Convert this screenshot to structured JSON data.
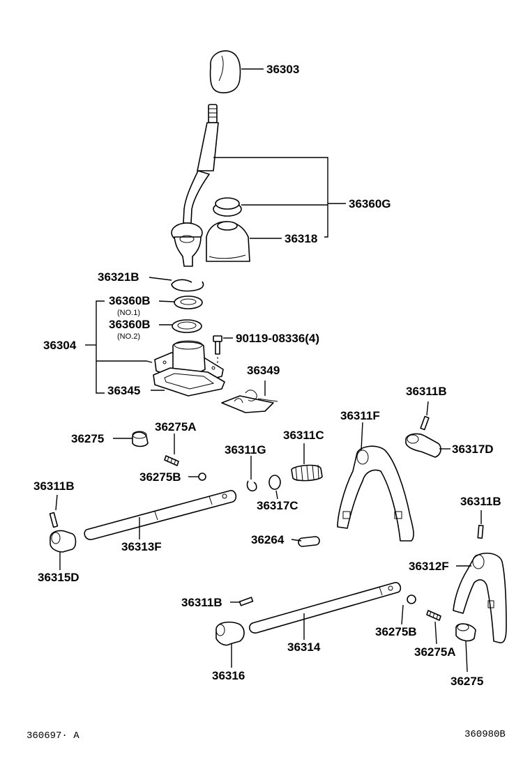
{
  "labels": {
    "p36303": "36303",
    "p36360G": "36360G",
    "p36318": "36318",
    "p36321B": "36321B",
    "p36360B_1": "36360B",
    "no1": "(NO.1)",
    "p36360B_2": "36360B",
    "no2": "(NO.2)",
    "p36304": "36304",
    "bolt": "90119-08336(4)",
    "p36345": "36345",
    "p36349": "36349",
    "p36311B_a": "36311B",
    "p36311F": "36311F",
    "p36317D": "36317D",
    "p36275_a": "36275",
    "p36275A_a": "36275A",
    "p36311G": "36311G",
    "p36311C": "36311C",
    "p36275B_a": "36275B",
    "p36317C": "36317C",
    "p36311B_b": "36311B",
    "p36313F": "36313F",
    "p36264": "36264",
    "p36311B_c": "36311B",
    "p36315D": "36315D",
    "p36312F": "36312F",
    "p36311B_d": "36311B",
    "p36314": "36314",
    "p36275B_b": "36275B",
    "p36275A_b": "36275A",
    "p36316": "36316",
    "p36275_b": "36275"
  },
  "footer": {
    "left": "360697· A",
    "right": "360980B"
  }
}
